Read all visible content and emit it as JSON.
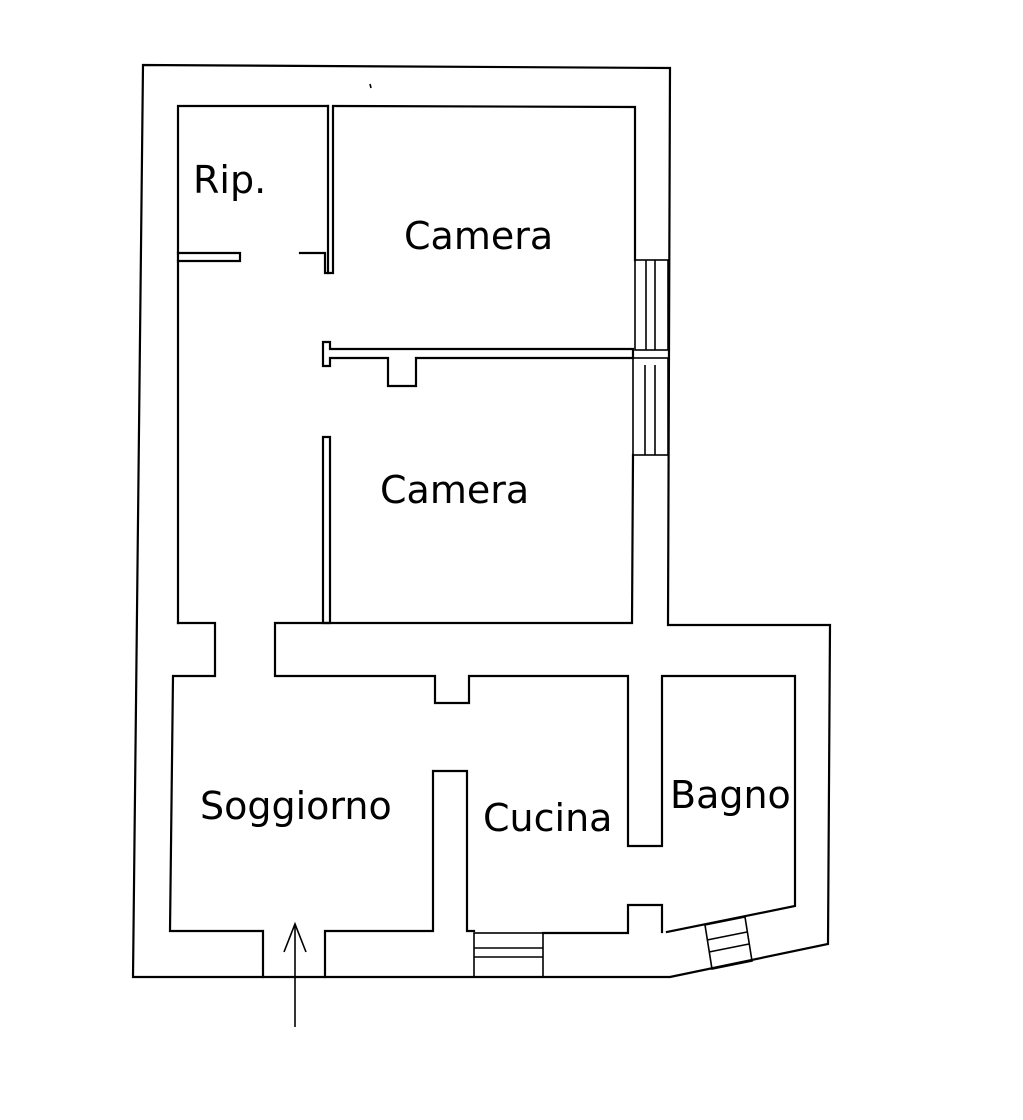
{
  "rooms": {
    "rip": "Rip.",
    "camera_top": "Camera",
    "camera_bottom": "Camera",
    "soggiorno": "Soggiorno",
    "cucina": "Cucina",
    "bagno": "Bagno"
  },
  "colors": {
    "line": "#000000",
    "background": "#ffffff"
  }
}
